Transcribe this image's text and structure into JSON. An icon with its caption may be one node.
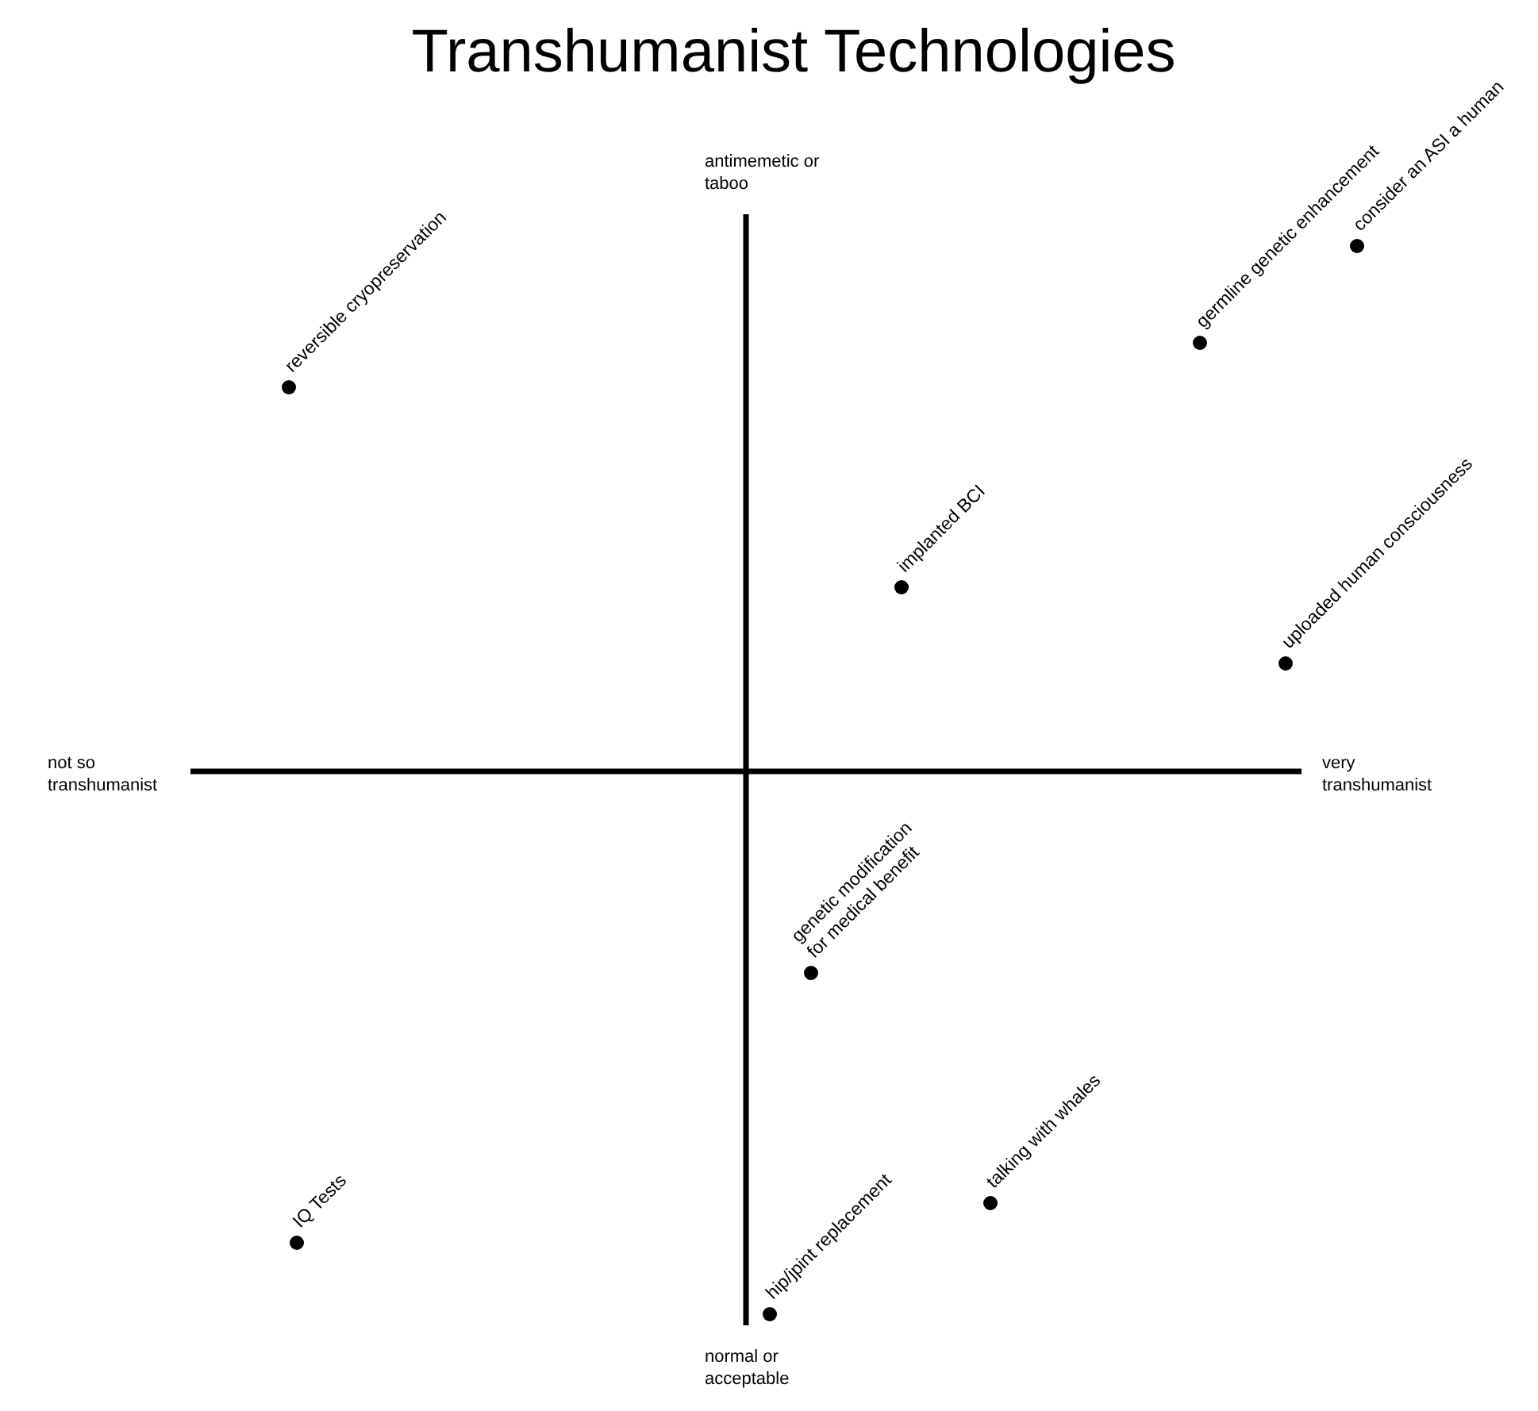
{
  "diagram": {
    "title": "Transhumanist Technologies",
    "labels": [
      "antimemetic or taboo",
      "consider an ASI a human",
      "germline genetic enhancement",
      "reversible cryopreservation",
      "implanted BCI",
      "uploaded human consciousness",
      "not so transhumanist",
      "very transhumanist",
      "genetic modification for medical benefit",
      "talking with whales",
      "IQ Tests",
      "hip/jpint replacement",
      "normal or acceptable"
    ]
  }
}
